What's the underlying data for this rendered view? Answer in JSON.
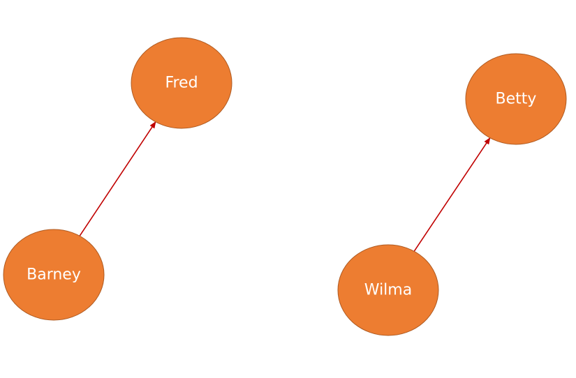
{
  "nodes": [
    {
      "id": "fred",
      "label": "Fred"
    },
    {
      "id": "barney",
      "label": "Barney"
    },
    {
      "id": "betty",
      "label": "Betty"
    },
    {
      "id": "wilma",
      "label": "Wilma"
    }
  ],
  "edges": [
    {
      "from": "barney",
      "to": "fred"
    },
    {
      "from": "wilma",
      "to": "betty"
    }
  ],
  "colors": {
    "node_fill": "#ed7d31",
    "node_stroke": "#ae5a21",
    "node_text": "#ffffff",
    "edge": "#c00000",
    "background": "#ffffff"
  }
}
